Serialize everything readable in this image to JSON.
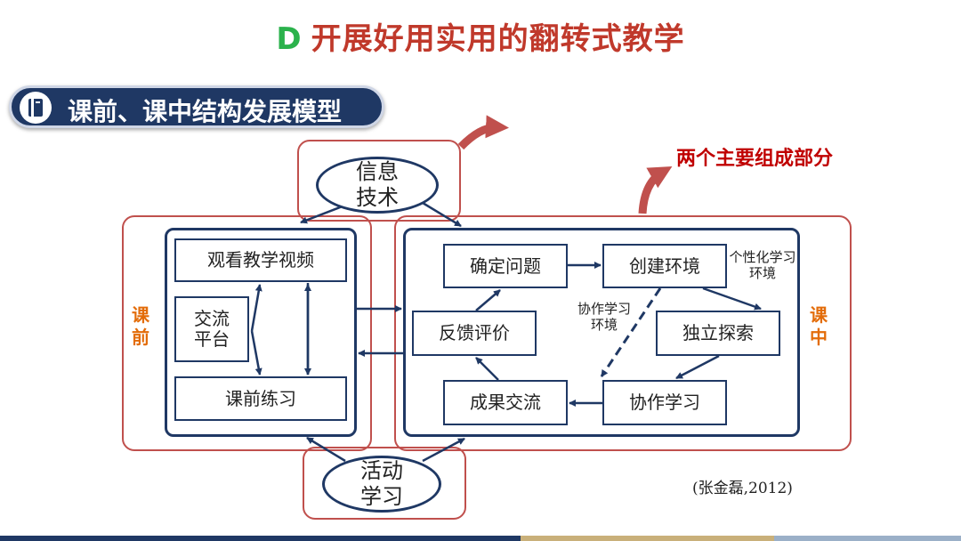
{
  "title": {
    "letter": "D",
    "text": "开展好用实用的翻转式教学"
  },
  "section": {
    "icon": "book-icon",
    "label": "课前、课中结构发展模型"
  },
  "annotation": "两个主要组成部分",
  "left_label": "课前",
  "right_label": "课中",
  "ellipses": {
    "top": "信息技术",
    "bottom": "活动学习"
  },
  "pre_class": {
    "video": "观看教学视频",
    "platform": "交流平台",
    "exercise": "课前练习"
  },
  "in_class": {
    "define_problem": "确定问题",
    "create_env": "创建环境",
    "independent": "独立探索",
    "cooperative": "协作学习",
    "share_results": "成果交流",
    "feedback": "反馈评价",
    "personal_env": "个性化学习环境",
    "collab_env": "协作学习环境"
  },
  "citation": "(张金磊,2012)",
  "colors": {
    "navy": "#1f3864",
    "red": "#c0504d",
    "orange": "#e36c09",
    "green": "#2bb24c"
  }
}
